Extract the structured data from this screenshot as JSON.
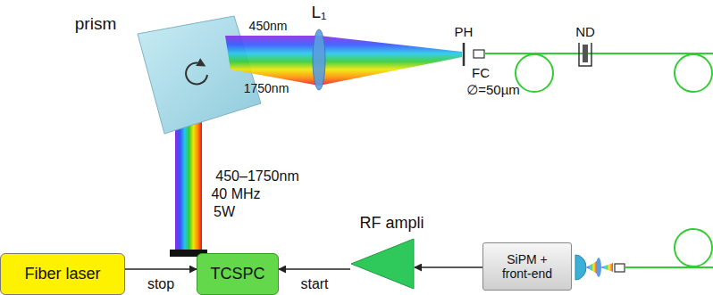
{
  "diagram": {
    "nodes": [
      {
        "text": [
          "Fiber laser"
        ]
      },
      {
        "text": [
          "TCSPC"
        ]
      },
      {
        "text": [
          "RF ampli"
        ]
      },
      {
        "text": [
          "SiPM + front-end"
        ]
      }
    ],
    "edges": [
      {
        "from": 0,
        "to": 1,
        "arrow": "to",
        "label": "stop"
      },
      {
        "from": 2,
        "to": 1,
        "arrow": "to",
        "label": "start"
      },
      {
        "from": 3,
        "to": 2,
        "arrow": "to"
      }
    ],
    "labels": [
      "prism",
      "L₁",
      "450nm",
      "1750nm",
      "PH",
      "FC",
      "∅=50µm",
      "ND",
      "450–1750nm",
      "40 MHz",
      "5W"
    ]
  }
}
